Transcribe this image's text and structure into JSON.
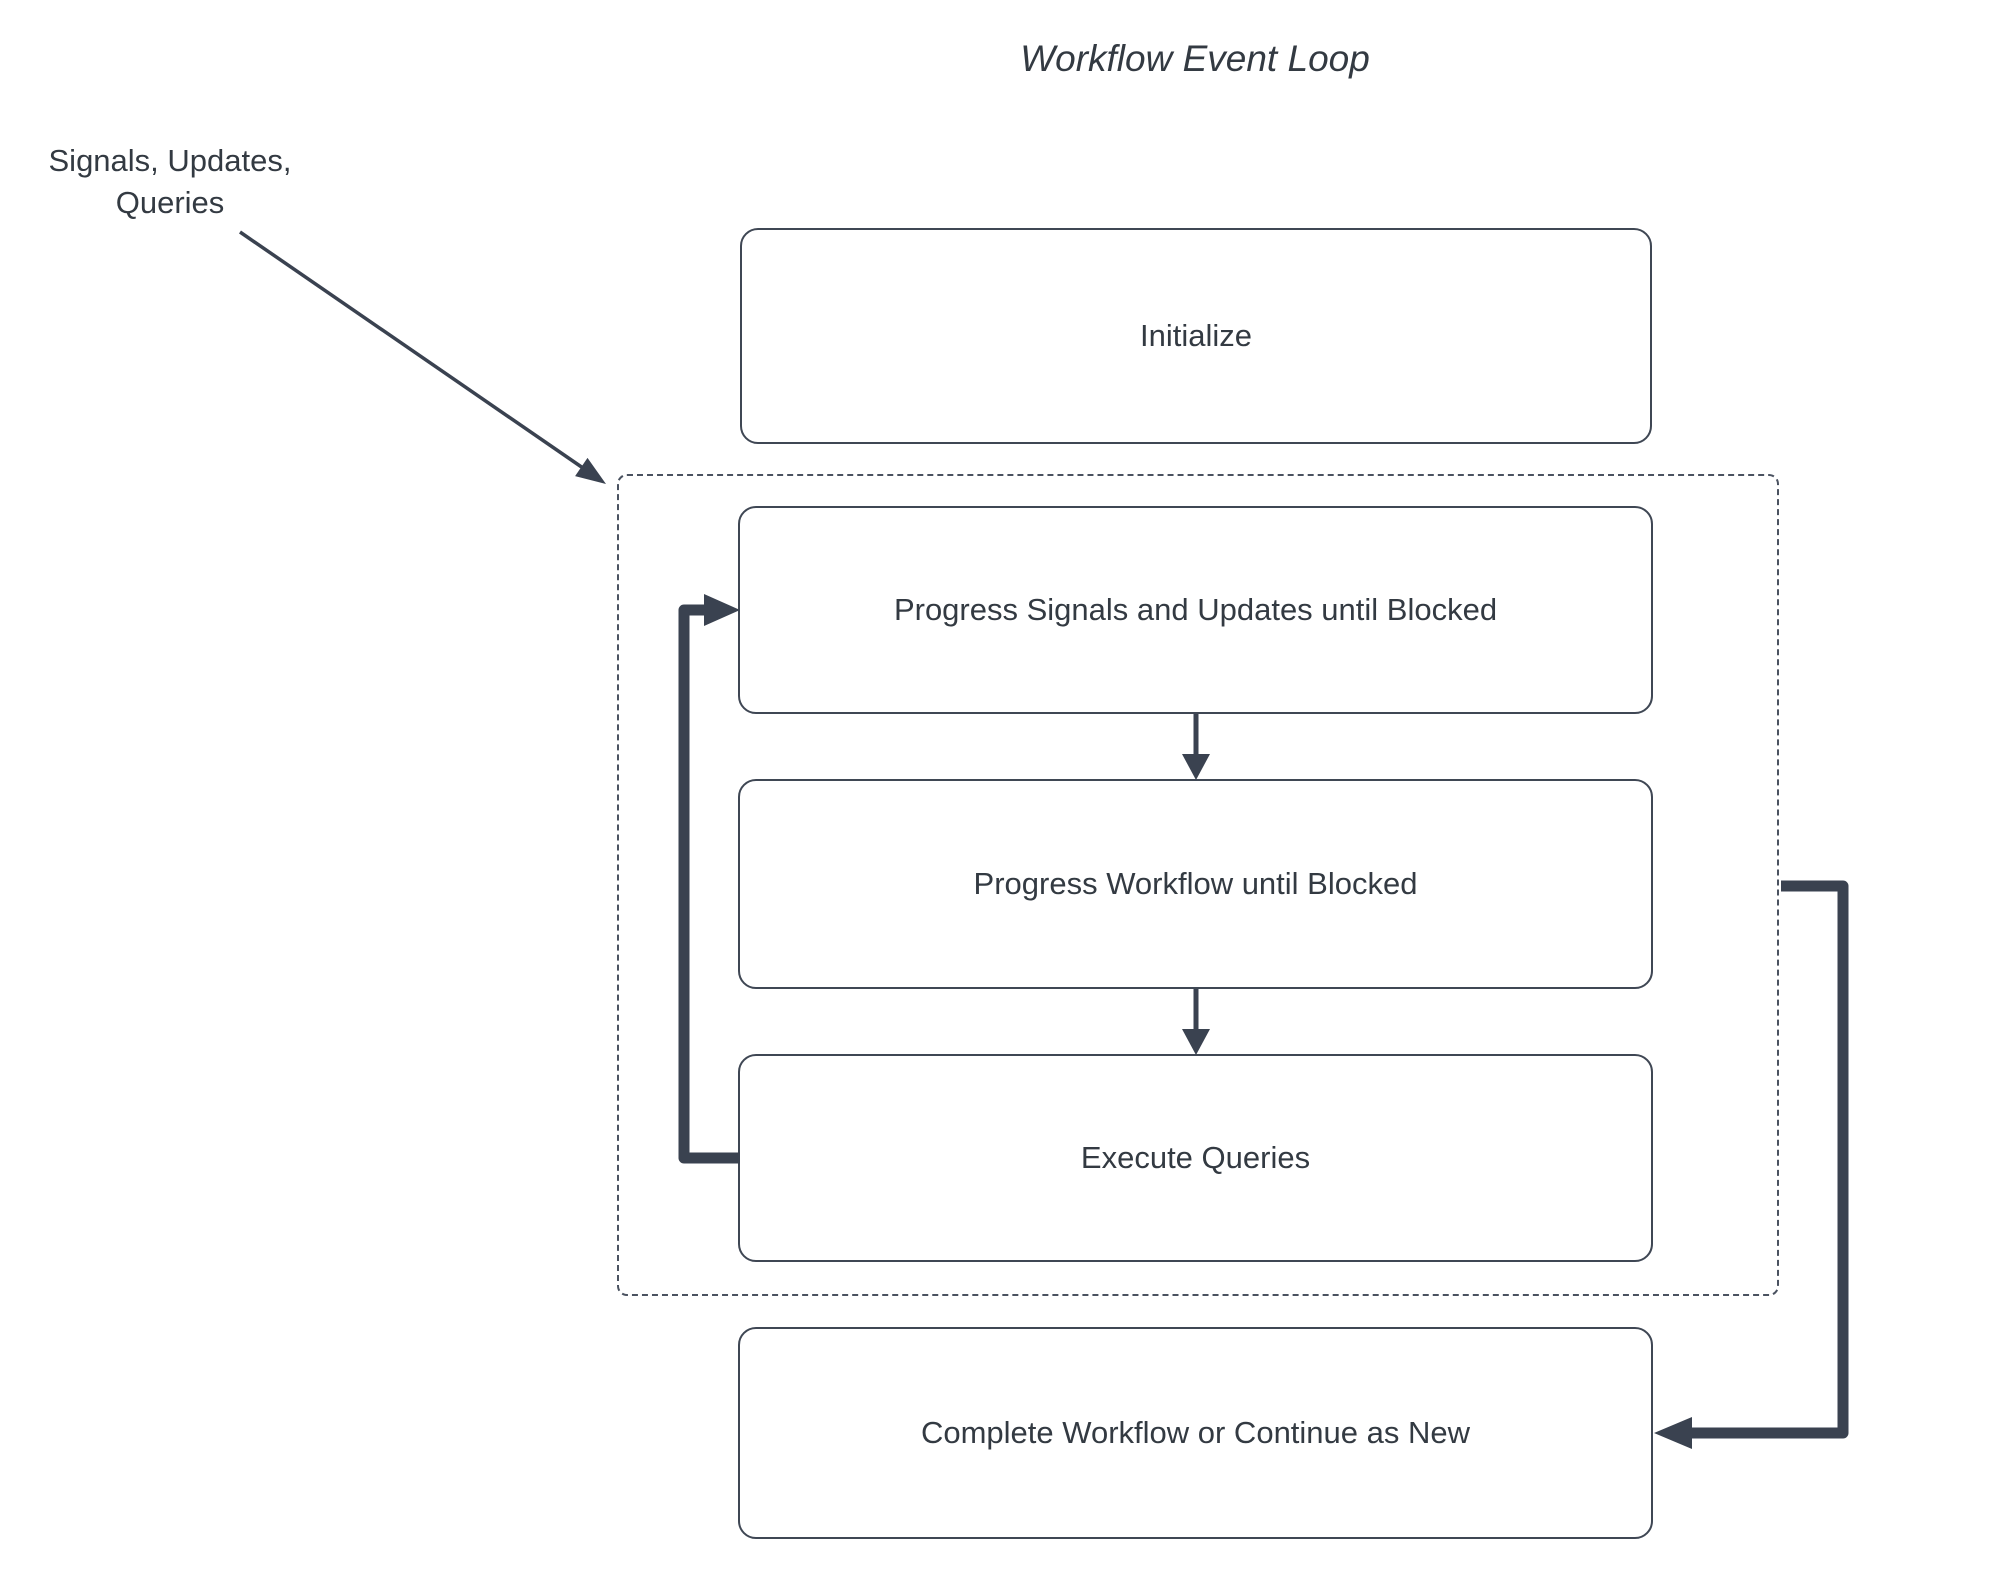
{
  "title": "Workflow Event Loop",
  "annotation": {
    "label": "Signals, Updates,\nQueries"
  },
  "nodes": {
    "initialize": "Initialize",
    "progress_signals": "Progress Signals and Updates until Blocked",
    "progress_workflow": "Progress Workflow until Blocked",
    "execute_queries": "Execute Queries",
    "complete": "Complete Workflow or Continue as New"
  },
  "edges": [
    {
      "from": "signals-updates-queries-annotation",
      "to": "event-loop-group"
    },
    {
      "from": "progress_signals",
      "to": "progress_workflow"
    },
    {
      "from": "progress_workflow",
      "to": "execute_queries"
    },
    {
      "from": "execute_queries",
      "to": "progress_signals",
      "kind": "loop-back"
    },
    {
      "from": "event-loop-group",
      "to": "complete",
      "kind": "exit"
    }
  ],
  "colors": {
    "stroke": "#3a4250",
    "text": "#333a42",
    "background": "#ffffff"
  }
}
